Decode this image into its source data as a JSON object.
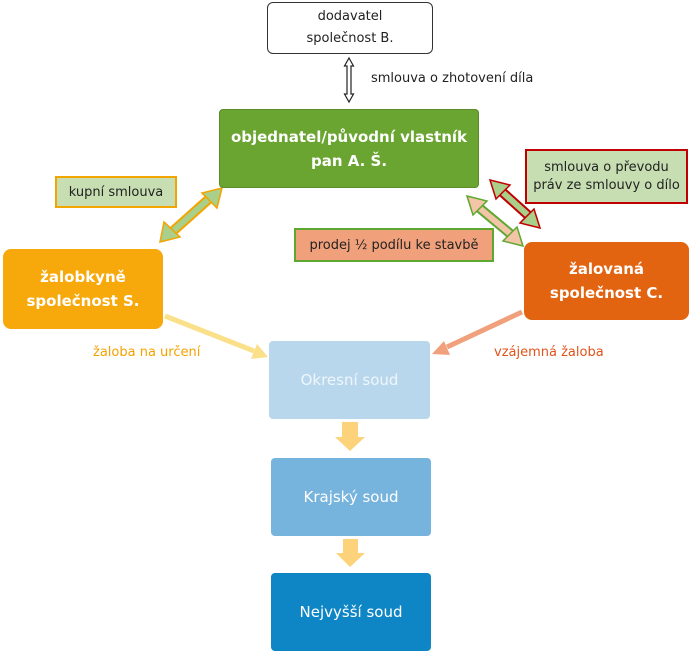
{
  "nodes": {
    "supplier": {
      "line1": "dodavatel",
      "line2": "společnost B."
    },
    "client": {
      "line1": "objednatel/původní vlastník",
      "line2": "pan A. Š."
    },
    "plaintiff": {
      "line1": "žalobkyně",
      "line2": "společnost S."
    },
    "defendant": {
      "line1": "žalovaná",
      "line2": "společnost C."
    },
    "district_court": "Okresní soud",
    "regional_court": "Krajský soud",
    "supreme_court": "Nejvyšší soud"
  },
  "relations": {
    "work_contract": "smlouva o zhotovení díla",
    "purchase_contract": "kupní smlouva",
    "transfer_contract": {
      "line1": "smlouva o převodu",
      "line2": "práv ze smlouvy o dílo"
    },
    "share_sale": "prodej ½ podílu ke stavbě",
    "determination_claim": "žaloba na určení",
    "counter_claim": "vzájemná žaloba"
  },
  "colors": {
    "green": "#6aa431",
    "orange": "#f7a80a",
    "dark_orange": "#e26411",
    "court_light": "#b9d7ec",
    "court_mid": "#76b3dd",
    "court_dark": "#0e86c6",
    "arrow_yellow": "#fbe08a"
  }
}
